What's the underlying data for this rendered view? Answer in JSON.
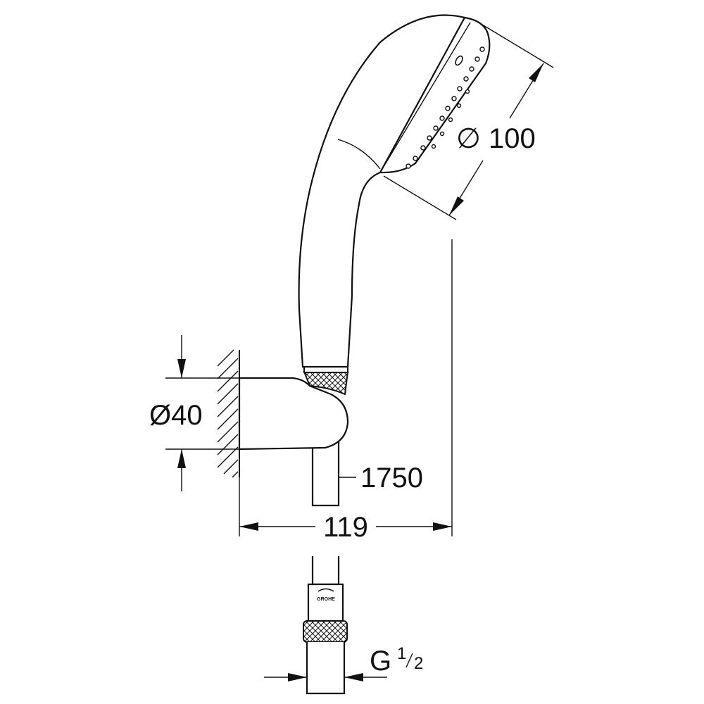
{
  "dimensions": {
    "spray_diameter": "∅ 100",
    "holder_diameter": "Ø40",
    "hose_length": "1750",
    "projection": "119",
    "thread_prefix": "G",
    "thread_num": "1",
    "thread_den": "2"
  },
  "logo_text": "GROHE",
  "colors": {
    "line": "#111111",
    "background": "#ffffff"
  }
}
